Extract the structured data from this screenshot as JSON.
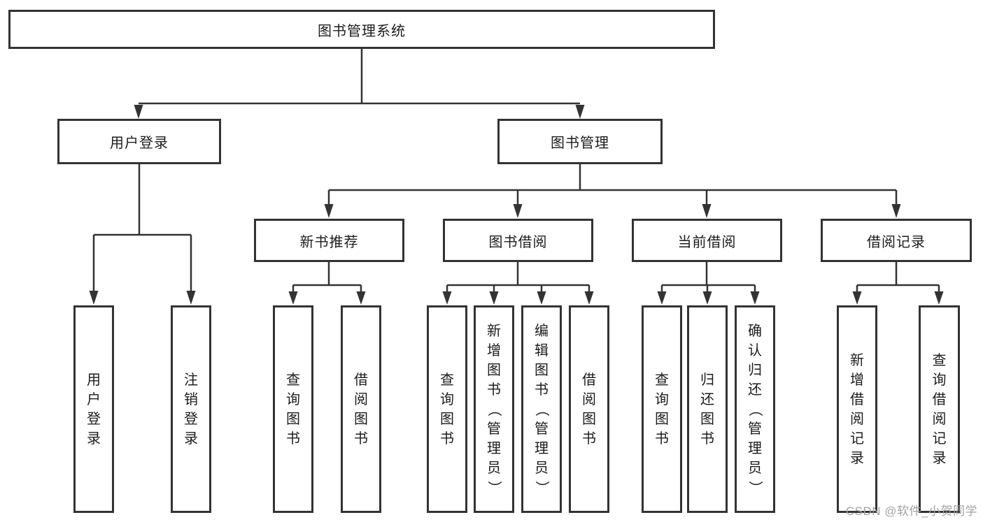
{
  "diagram": {
    "root": {
      "label": "图书管理系统"
    },
    "level2": [
      {
        "id": "user-login",
        "label": "用户登录"
      },
      {
        "id": "book-management",
        "label": "图书管理"
      }
    ],
    "level3": [
      {
        "id": "new-book-recommend",
        "label": "新书推荐",
        "parent": "图书管理"
      },
      {
        "id": "book-borrow",
        "label": "图书借阅",
        "parent": "图书管理"
      },
      {
        "id": "current-borrow",
        "label": "当前借阅",
        "parent": "图书管理"
      },
      {
        "id": "borrow-record",
        "label": "借阅记录",
        "parent": "图书管理"
      }
    ],
    "leaves": [
      {
        "label": "用户登录",
        "parent": "用户登录"
      },
      {
        "label": "注销登录",
        "parent": "用户登录"
      },
      {
        "label": "查询图书",
        "parent": "新书推荐"
      },
      {
        "label": "借阅图书",
        "parent": "新书推荐"
      },
      {
        "label": "查询图书",
        "parent": "图书借阅"
      },
      {
        "label": "新增图书（管理员）",
        "parent": "图书借阅"
      },
      {
        "label": "编辑图书（管理员）",
        "parent": "图书借阅"
      },
      {
        "label": "借阅图书",
        "parent": "图书借阅"
      },
      {
        "label": "查询图书",
        "parent": "当前借阅"
      },
      {
        "label": "归还图书",
        "parent": "当前借阅"
      },
      {
        "label": "确认归还（管理员）",
        "parent": "当前借阅"
      },
      {
        "label": "新增借阅记录",
        "parent": "借阅记录"
      },
      {
        "label": "查询借阅记录",
        "parent": "借阅记录"
      }
    ]
  },
  "watermark": {
    "text": "CSDN @软件_小贺同学"
  },
  "colors": {
    "line": "#333333",
    "box_border": "#333333",
    "text": "#1c1c1c",
    "background": "#ffffff",
    "watermark": "#a3a3a3"
  }
}
